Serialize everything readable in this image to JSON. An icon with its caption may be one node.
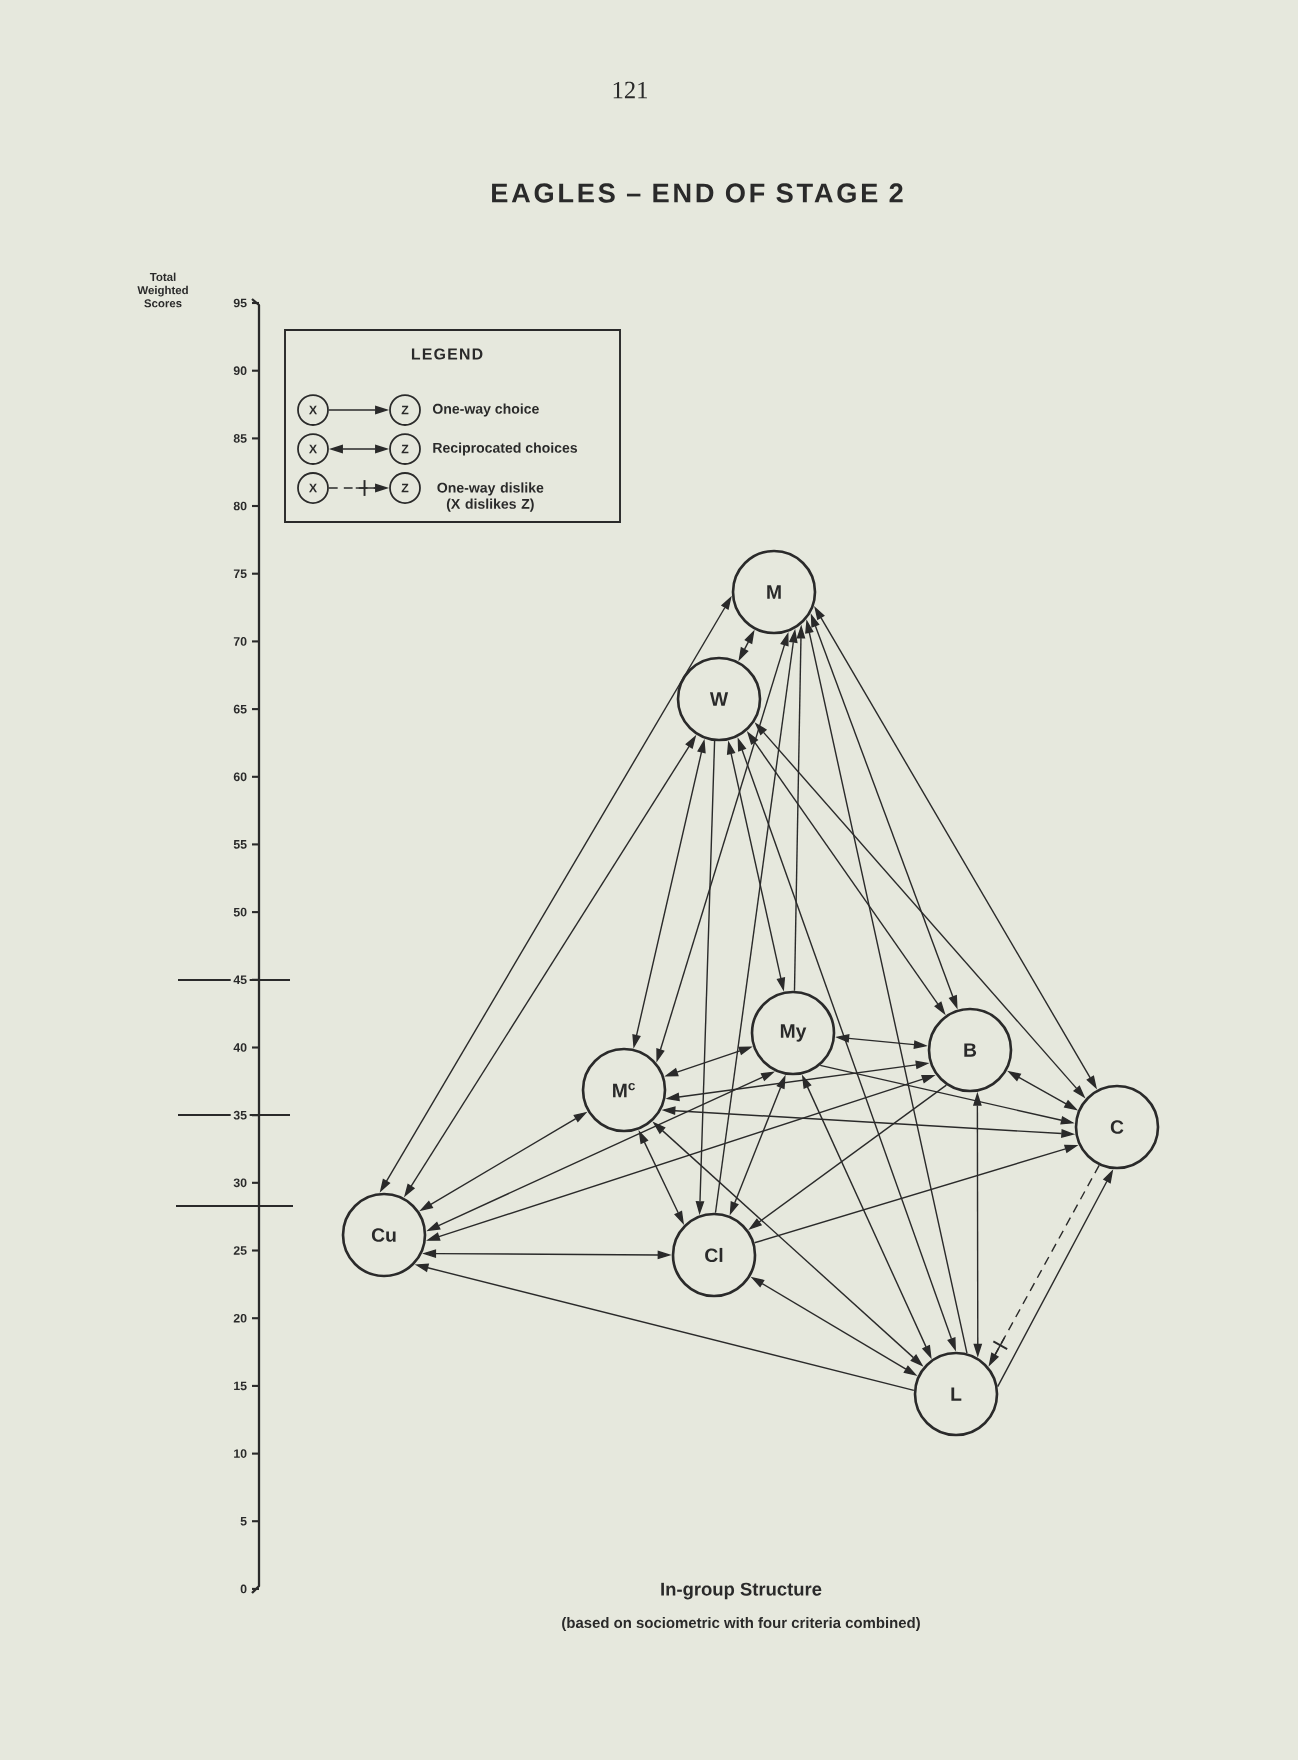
{
  "diagram": {
    "title": "EAGLES – END OF STAGE 2",
    "caption": "In-group Structure",
    "nodes": [
      {
        "text": [
          "X"
        ]
      },
      {
        "text": [
          "Z"
        ]
      },
      {
        "text": [
          "X"
        ]
      },
      {
        "text": [
          "Z"
        ]
      },
      {
        "text": [
          "X"
        ]
      },
      {
        "text": [
          "Z"
        ]
      },
      {
        "text": [
          "M"
        ]
      },
      {
        "text": [
          "W"
        ]
      },
      {
        "text": [
          "M$^{c}$"
        ]
      },
      {
        "text": [
          "My"
        ]
      },
      {
        "text": [
          "B"
        ]
      },
      {
        "text": [
          "C"
        ]
      },
      {
        "text": [
          "Cu"
        ]
      },
      {
        "text": [
          "Cl"
        ]
      },
      {
        "text": [
          "L"
        ]
      }
    ],
    "edges": [
      {
        "from": 0,
        "to": 1,
        "arrow": "to"
      },
      {
        "from": 2,
        "to": 3,
        "arrow": "both"
      },
      {
        "from": 4,
        "to": 5,
        "arrow": "to",
        "style": "dashed"
      },
      {
        "from": 6,
        "to": 7,
        "arrow": "both"
      },
      {
        "from": 12,
        "to": 6,
        "arrow": "both"
      },
      {
        "from": 12,
        "to": 7,
        "arrow": "both"
      },
      {
        "from": 6,
        "to": 8,
        "arrow": "both"
      },
      {
        "from": 7,
        "to": 8,
        "arrow": "both"
      },
      {
        "from": 13,
        "to": 6,
        "arrow": "to"
      },
      {
        "from": 7,
        "to": 13,
        "arrow": "to"
      },
      {
        "from": 7,
        "to": 9,
        "arrow": "both"
      },
      {
        "from": 9,
        "to": 6,
        "arrow": "to"
      },
      {
        "from": 6,
        "to": 10,
        "arrow": "both"
      },
      {
        "from": 14,
        "to": 6,
        "arrow": "to"
      },
      {
        "from": 6,
        "to": 11,
        "arrow": "both"
      },
      {
        "from": 7,
        "to": 10,
        "arrow": "both"
      },
      {
        "from": 7,
        "to": 11,
        "arrow": "both"
      },
      {
        "from": 7,
        "to": 14,
        "arrow": "both"
      },
      {
        "from": 8,
        "to": 9,
        "arrow": "both"
      },
      {
        "from": 8,
        "to": 10,
        "arrow": "both"
      },
      {
        "from": 8,
        "to": 11,
        "arrow": "both"
      },
      {
        "from": 8,
        "to": 14,
        "arrow": "both"
      },
      {
        "from": 8,
        "to": 13,
        "arrow": "both"
      },
      {
        "from": 12,
        "to": 8,
        "arrow": "both"
      },
      {
        "from": 9,
        "to": 10,
        "arrow": "both"
      },
      {
        "from": 9,
        "to": 11,
        "arrow": "to"
      },
      {
        "from": 9,
        "to": 13,
        "arrow": "both"
      },
      {
        "from": 9,
        "to": 14,
        "arrow": "both"
      },
      {
        "from": 12,
        "to": 9,
        "arrow": "both"
      },
      {
        "from": 10,
        "to": 11,
        "arrow": "both"
      },
      {
        "from": 10,
        "to": 14,
        "arrow": "both"
      },
      {
        "from": 12,
        "to": 10,
        "arrow": "both"
      },
      {
        "from": 10,
        "to": 13,
        "arrow": "to"
      },
      {
        "from": 13,
        "to": 11,
        "arrow": "to"
      },
      {
        "from": 13,
        "to": 14,
        "arrow": "both"
      },
      {
        "from": 12,
        "to": 13,
        "arrow": "both"
      },
      {
        "from": 14,
        "to": 12,
        "arrow": "to"
      },
      {
        "from": 14,
        "to": 11,
        "arrow": "to"
      },
      {
        "from": 11,
        "to": 14,
        "arrow": "to",
        "style": "dashed"
      }
    ],
    "labels": [
      "121",
      "Total Weighted Scores",
      "95",
      "90",
      "85",
      "80",
      "75",
      "70",
      "65",
      "60",
      "55",
      "50",
      "45",
      "40",
      "35",
      "30",
      "25",
      "20",
      "15",
      "10",
      "5",
      "0",
      "LEGEND",
      "(based on sociometric with four criteria combined)"
    ],
    "legend": [
      {
        "text": "One-way choice"
      },
      {
        "text": "Reciprocated choices"
      },
      {
        "text": "One-way dislike (X dislikes Z)"
      }
    ]
  }
}
